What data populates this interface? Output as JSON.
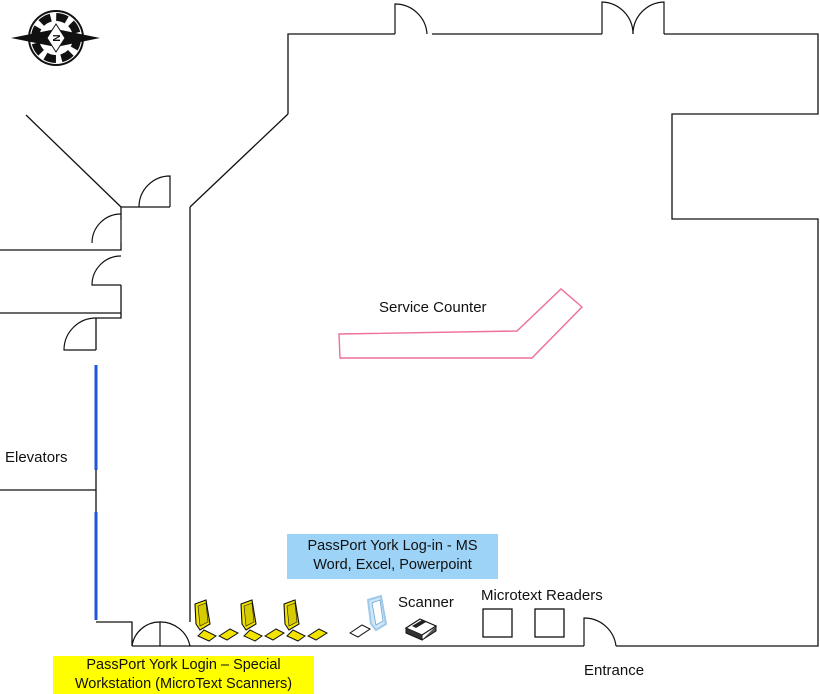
{
  "labels": {
    "service_counter": "Service Counter",
    "elevators": "Elevators",
    "scanner": "Scanner",
    "microtext_readers": "Microtext Readers",
    "entrance": "Entrance"
  },
  "compass": {
    "letter": "N",
    "icon": "compass-rose-icon"
  },
  "notes": {
    "passport_ms": {
      "line1": "PassPort York Log-in - MS",
      "line2": "Word, Excel, Powerpoint",
      "color": "#9dd3f6"
    },
    "passport_special": {
      "line1": "PassPort York Login – Special",
      "line2": "Workstation (MicroText Scanners)",
      "color": "#ffff00"
    }
  },
  "colors": {
    "wall": "#111111",
    "elevator_doors": "#2255dd",
    "service_counter": "#ee6f9a",
    "workstation": "#f3e400",
    "scanner_monitor": "#9fc9ea"
  },
  "icons": {
    "workstations": [
      "computer-icon",
      "computer-icon",
      "computer-icon"
    ],
    "scanner_station": "computer-icon",
    "scanner": "scanner-icon",
    "microtext_readers": [
      "microtext-reader-icon",
      "microtext-reader-icon"
    ]
  }
}
